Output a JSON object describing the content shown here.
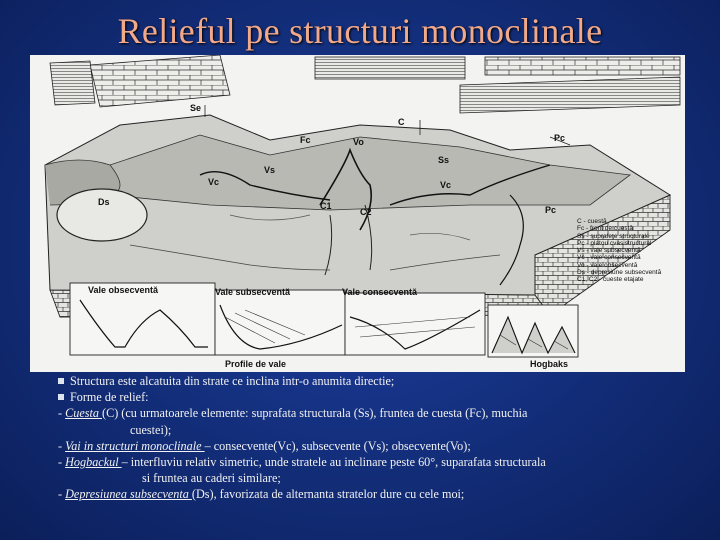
{
  "title": "Relieful pe structuri monoclinale",
  "figure": {
    "labels": {
      "se": "Se",
      "c": "C",
      "fc": "Fc",
      "pc_top": "Pc",
      "vo": "Vo",
      "ss": "Ss",
      "vs": "Vs",
      "vc_left": "Vc",
      "vc_right": "Vc",
      "ds": "Ds",
      "c1": "C1",
      "c2": "C2",
      "pc_right": "Pc",
      "vale_obsecventa": "Vale obsecventă",
      "vale_subsecventa": "Vale subsecventă",
      "vale_consecventa": "Vale consecventă",
      "profile_de_vale": "Profile de vale",
      "hogbaks": "Hogbaks"
    },
    "legend": [
      "C - cuestă",
      "Fc - front de cuestă",
      "Ss - suprafeţe structurale",
      "Pc - platou cvasistructural",
      "Vs - vale subsecventă",
      "Vc - vale consecventă",
      "Vo - vale obsecventă",
      "Ds - depresiune subsecventă",
      "C1, C2 - cueste etajate"
    ]
  },
  "text": {
    "bullet1": "Structura este alcatuita din strate ce inclina intr-o anumita directie;",
    "bullet2": "Forme de relief:",
    "cuesta_prefix": "- ",
    "cuesta_term": "Cuesta ",
    "cuesta_rest": "(C) (cu urmatoarele elemente: suprafata structurala (Ss), fruntea de cuesta (Fc), muchia",
    "cuesta_cont": "cuestei);",
    "vai_prefix": "- ",
    "vai_term": "Vai in structuri monoclinale ",
    "vai_rest": "– consecvente(Vc), subsecvente (Vs); obsecvente(Vo);",
    "hog_prefix": "- ",
    "hog_term": "Hogbackul ",
    "hog_rest": "– interfluviu relativ simetric, unde stratele au inclinare peste 60°, suparafata structurala",
    "hog_cont": "si fruntea au caderi similare;",
    "dep_prefix": "- ",
    "dep_term": "Depresiunea subsecventa ",
    "dep_rest": "(Ds), favorizata de alternanta stratelor dure cu cele moi;"
  }
}
